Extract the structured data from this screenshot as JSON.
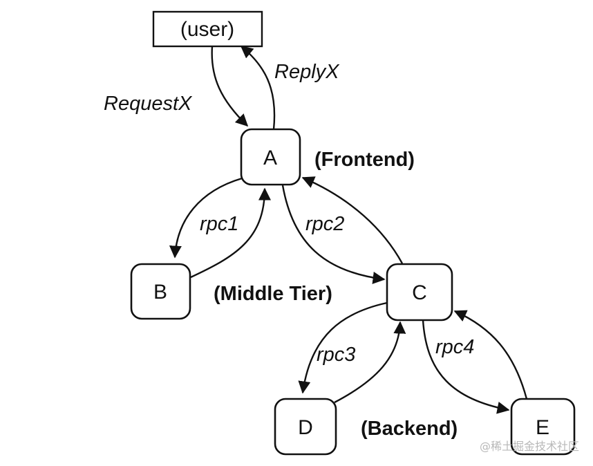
{
  "nodes": {
    "user": "(user)",
    "a": "A",
    "b": "B",
    "c": "C",
    "d": "D",
    "e": "E"
  },
  "edges": {
    "request": "RequestX",
    "reply": "ReplyX",
    "rpc1": "rpc1",
    "rpc2": "rpc2",
    "rpc3": "rpc3",
    "rpc4": "rpc4"
  },
  "tiers": {
    "frontend": "(Frontend)",
    "middle": "(Middle Tier)",
    "backend": "(Backend)"
  },
  "watermark": "@稀土掘金技术社区",
  "colors": {
    "stroke": "#111111",
    "background": "#ffffff",
    "watermark": "#b8b8b8"
  }
}
